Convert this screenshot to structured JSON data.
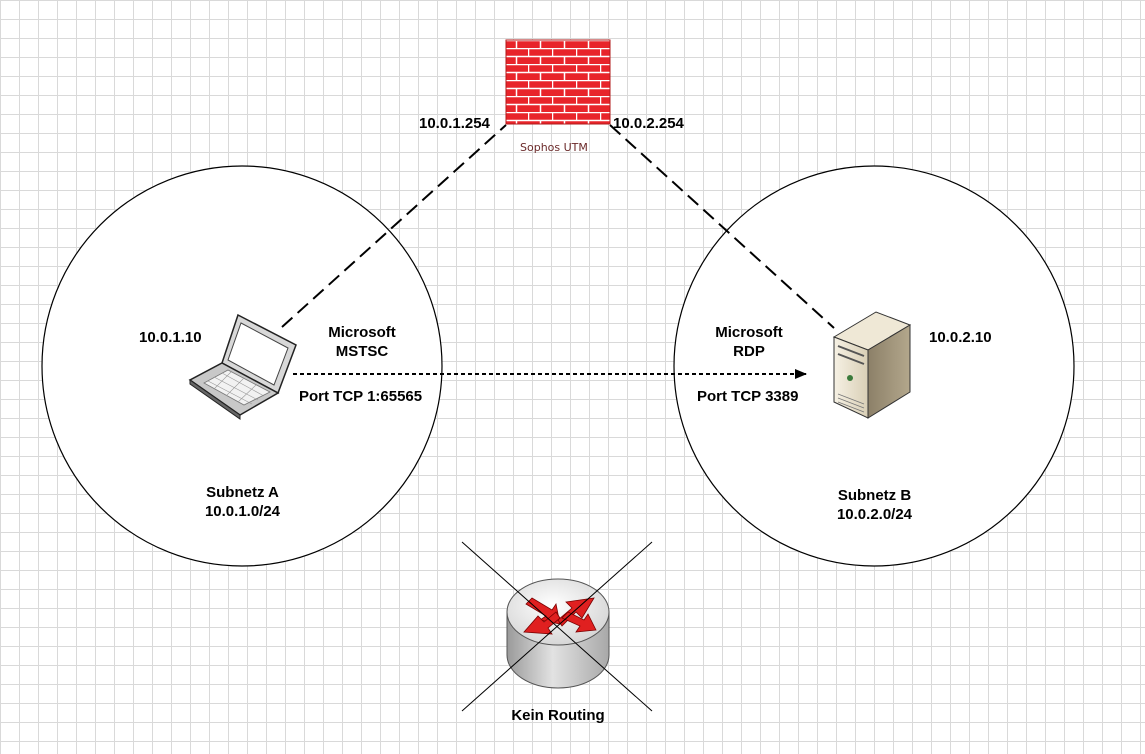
{
  "firewall": {
    "caption": "Sophos UTM",
    "ip_left": "10.0.1.254",
    "ip_right": "10.0.2.254",
    "icon": "brick-firewall-icon",
    "color": "#e8242a"
  },
  "subnet_a": {
    "name": "Subnetz A",
    "network": "10.0.1.0/24",
    "client_ip": "10.0.1.10",
    "app_line1": "Microsoft",
    "app_line2": "MSTSC",
    "port": "Port TCP 1:65565",
    "icon": "laptop-icon"
  },
  "subnet_b": {
    "name": "Subnetz B",
    "network": "10.0.2.0/24",
    "server_ip": "10.0.2.10",
    "app_line1": "Microsoft",
    "app_line2": "RDP",
    "port": "Port TCP 3389",
    "icon": "server-icon"
  },
  "router": {
    "caption": "Kein Routing",
    "icon": "router-icon",
    "crossed_out": true,
    "arrow_color": "#e02020"
  }
}
